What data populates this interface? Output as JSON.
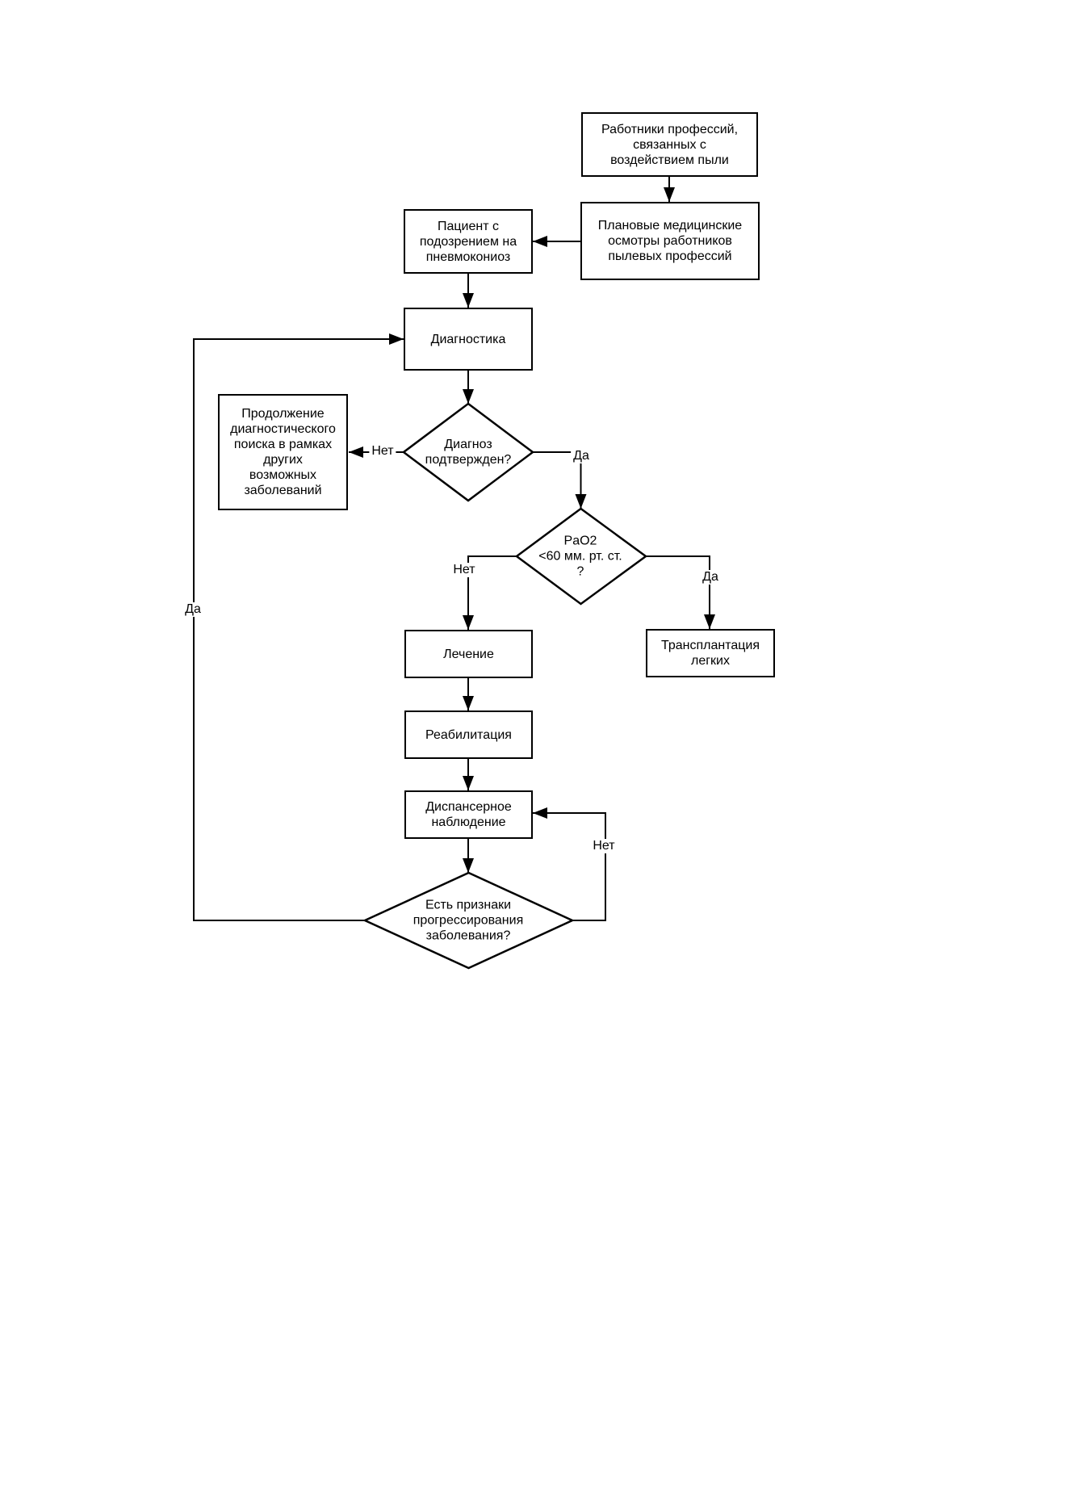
{
  "canvas": {
    "background": "#ffffff",
    "line_color": "#000000",
    "text_color": "#000000"
  },
  "diagram": {
    "nodes": {
      "workers": {
        "label": "Работники профессий,\nсвязанных с\nвоздействием пыли"
      },
      "med_exams": {
        "label": "Плановые медицинские\nосмотры работников\nпылевых профессий"
      },
      "patient": {
        "label": "Пациент с\nподозрением на\nпневмокониоз"
      },
      "diagnostics": {
        "label": "Диагностика"
      },
      "continue_search": {
        "label": "Продолжение\nдиагностического\nпоиска в рамках\nдругих\nвозможных\nзаболеваний"
      },
      "diagnosis_confirmed": {
        "label": "Диагноз\nподтвержден?"
      },
      "pao2": {
        "label": "PaO2\n<60 мм. рт. ст.\n?"
      },
      "treatment": {
        "label": "Лечение"
      },
      "transplant": {
        "label": "Трансплантация\nлегких"
      },
      "rehab": {
        "label": "Реабилитация"
      },
      "follow_up": {
        "label": "Диспансерное\nнаблюдение"
      },
      "progression": {
        "label": "Есть признаки\nпрогрессирования\nзаболевания?"
      }
    },
    "edge_labels": {
      "diagnosis_no": "Нет",
      "diagnosis_yes": "Да",
      "pao2_no": "Нет",
      "pao2_yes": "Да",
      "progression_no": "Нет",
      "progression_yes": "Да"
    }
  }
}
